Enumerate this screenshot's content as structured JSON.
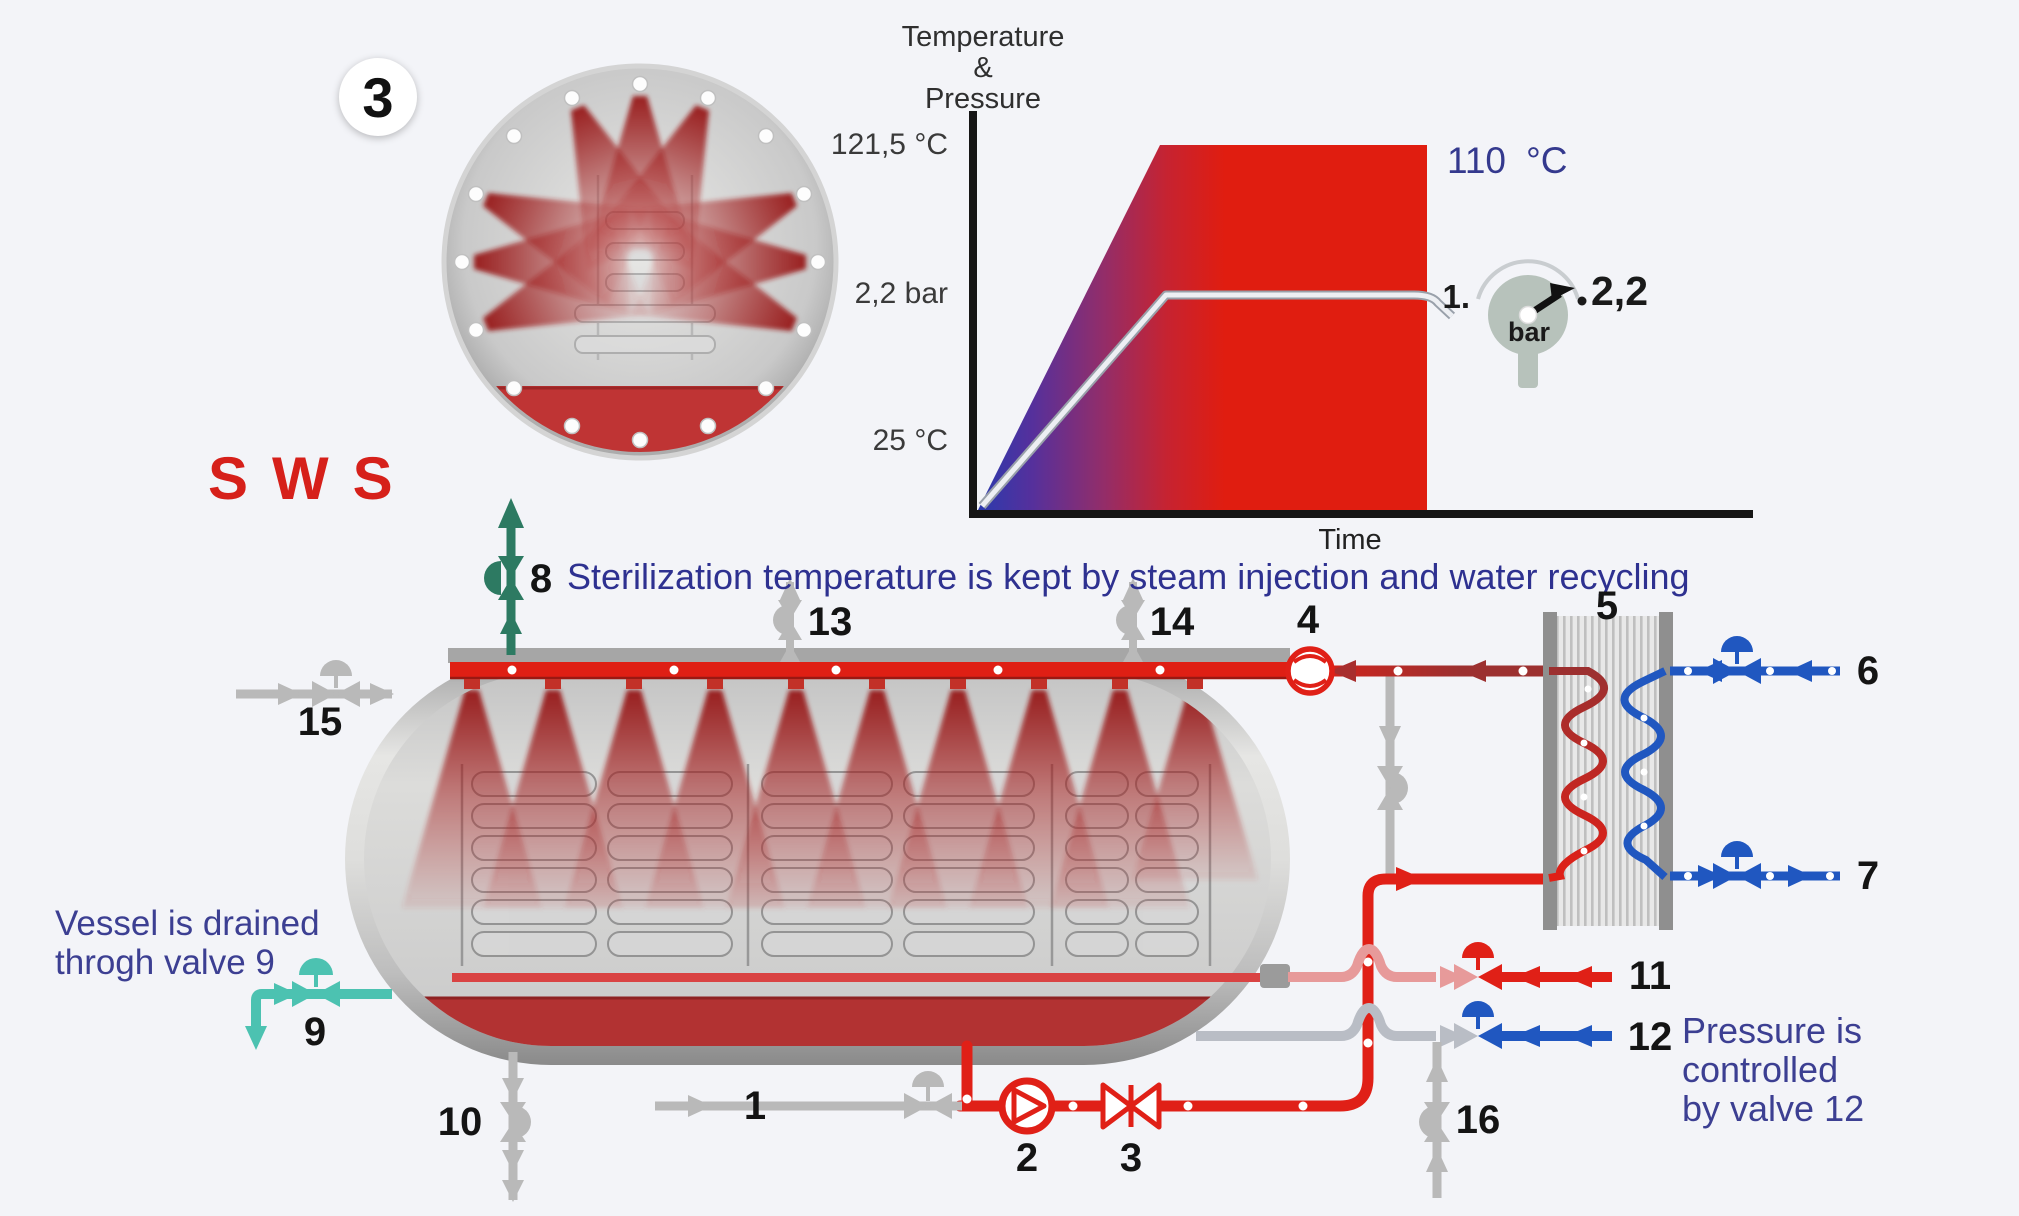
{
  "badge": {
    "number": "3"
  },
  "logo": {
    "text": "SWS"
  },
  "chart": {
    "title_line1": "Temperature",
    "title_line2": "&",
    "title_line3": "Pressure",
    "y_labels": [
      "121,5 °C",
      "2,2 bar",
      "25 °C"
    ],
    "x_label": "Time"
  },
  "gauge": {
    "low": "1.",
    "high": "2,2",
    "unit": "bar"
  },
  "annotations": {
    "temp_value": "110",
    "temp_unit": "°C",
    "sterilization": "Sterilization temperature is kept by steam injection and water recycling",
    "drain_line1": "Vessel is drained",
    "drain_line2": "throgh valve 9",
    "pressure_line1": "Pressure is controlled",
    "pressure_line2": "by valve 12"
  },
  "component_numbers": [
    "1",
    "2",
    "3",
    "4",
    "5",
    "6",
    "7",
    "8",
    "9",
    "10",
    "11",
    "12",
    "13",
    "14",
    "15",
    "16"
  ],
  "colors": {
    "background": "#f3f4f8",
    "hot_red": "#e02017",
    "return_maroon": "#9c3030",
    "recirc_pink": "#e79a9a",
    "cooling_blue": "#2057c0",
    "drain_teal": "#4cc2b1",
    "vent_green": "#2d7a62",
    "utility_gray": "#b9b9b9",
    "annotation_navy": "#2e3190",
    "logo_red": "#d6201a"
  },
  "chart_data": {
    "type": "area",
    "title": "Temperature & Pressure",
    "xlabel": "Time",
    "ylabel": "Temperature & Pressure",
    "y_axis_marks": [
      "121,5 °C",
      "2,2 bar",
      "25 °C"
    ],
    "series": [
      {
        "name": "temperature",
        "unit": "°C",
        "style": "blue-to-red gradient area",
        "profile": [
          {
            "t": 0.0,
            "v": 25
          },
          {
            "t": 0.25,
            "v": 121.5
          },
          {
            "t": 0.62,
            "v": 121.5
          }
        ]
      },
      {
        "name": "pressure",
        "unit": "bar",
        "style": "white line",
        "profile": [
          {
            "t": 0.0,
            "v": 0
          },
          {
            "t": 0.25,
            "v": 2.2
          },
          {
            "t": 0.62,
            "v": 2.2
          }
        ]
      }
    ],
    "current_temperature_label": "110 °C",
    "gauge_reading": {
      "min": "1.",
      "value": "2,2",
      "unit": "bar"
    },
    "grid": false,
    "legend": false
  }
}
